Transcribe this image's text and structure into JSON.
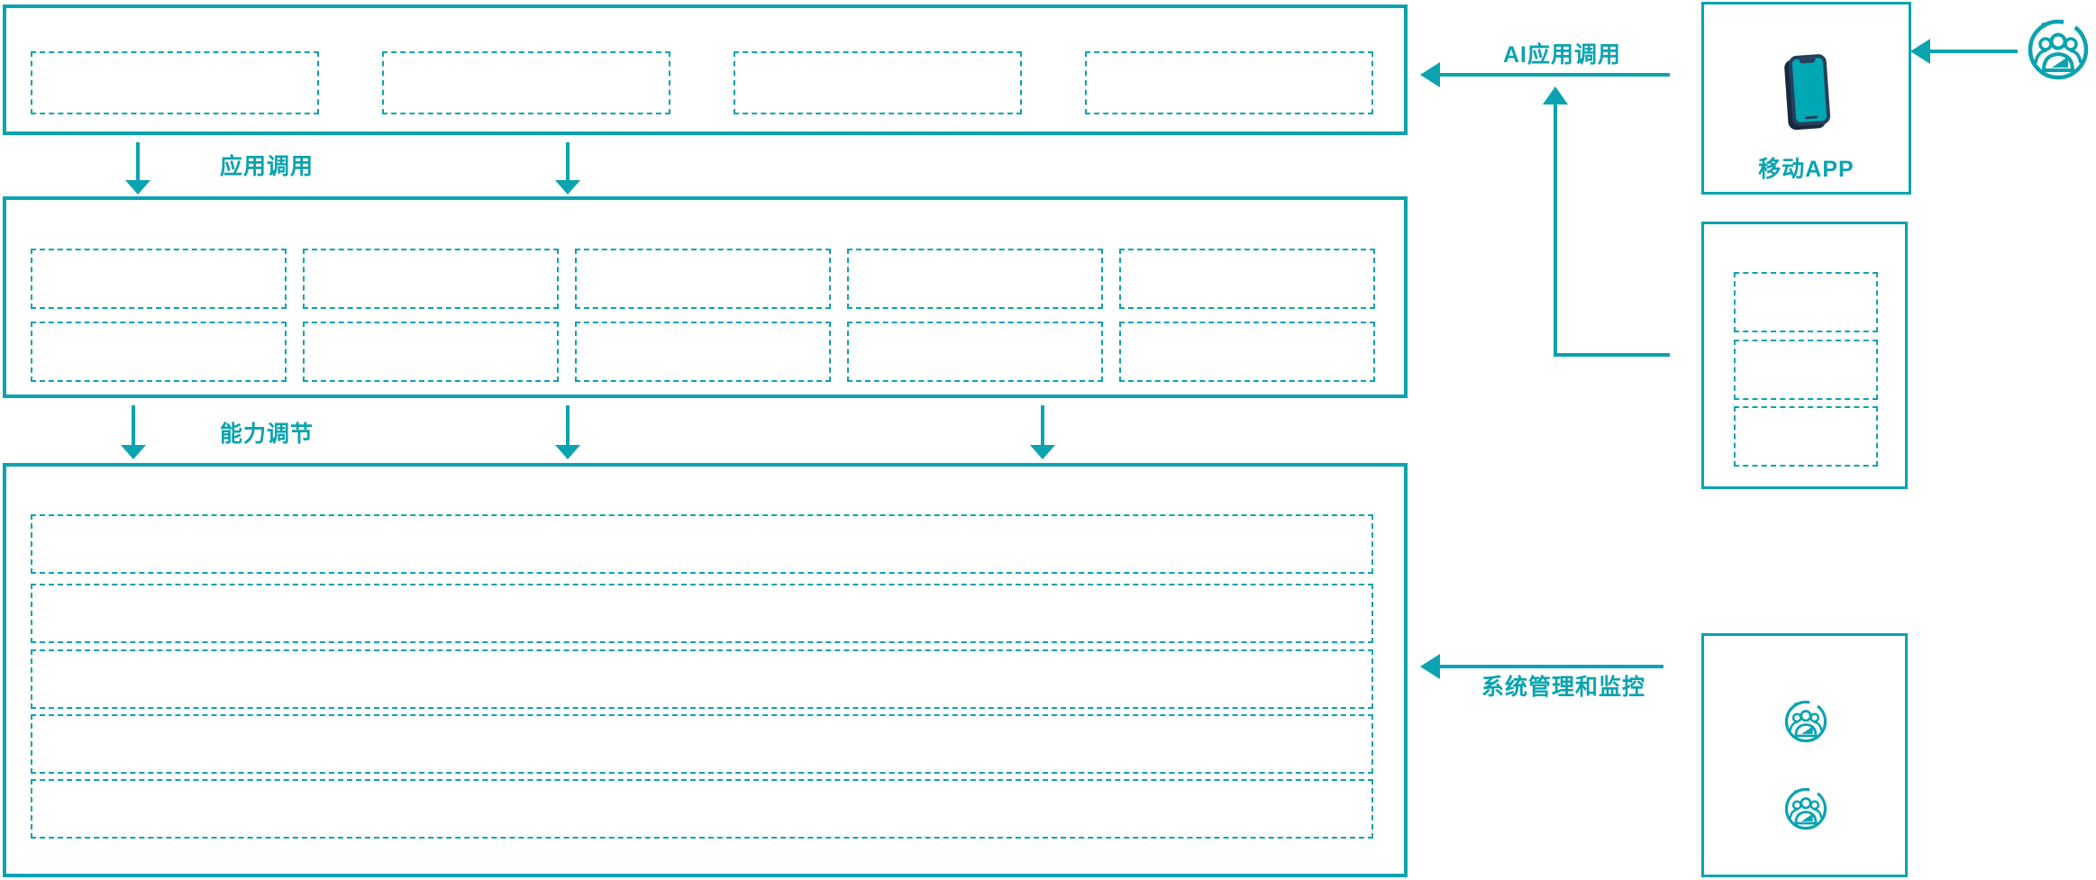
{
  "palette": {
    "accent": "#0aa3af",
    "phone_body": "#00a8b6",
    "phone_frame": "#25415a"
  },
  "labels": {
    "app_call": "应用调用",
    "capability_tune": "能力调节",
    "ai_app_call": "AI应用调用",
    "mobile_app": "移动APP",
    "system_monitor": "系统管理和监控"
  },
  "icons": {
    "mobile_app": "smartphone-icon",
    "actor": "user-group-icon"
  },
  "structure": {
    "top_layer_slots": 4,
    "middle_layer_rows": 2,
    "middle_layer_cols": 5,
    "bottom_layer_rows": 5,
    "client_panel_slots": 3,
    "admin_panel_users": 2
  }
}
